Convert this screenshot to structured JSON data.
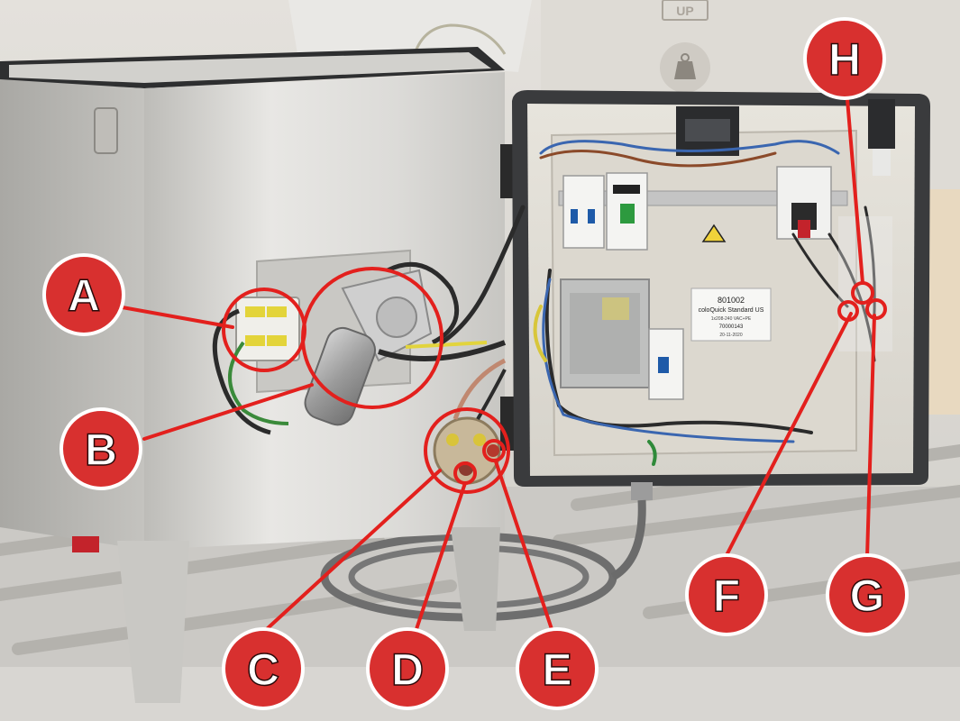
{
  "callouts": {
    "A": "A",
    "B": "B",
    "C": "C",
    "D": "D",
    "E": "E",
    "F": "F",
    "G": "G",
    "H": "H"
  },
  "panel_label": {
    "line1": "801002",
    "line2": "coloQuick Standard US",
    "line3": "1x208-240 VAC+PE",
    "line4": "70000143",
    "line5": "20-11-2020"
  },
  "box_stamp": "UP",
  "colors": {
    "callout_fill": "#d8302f",
    "callout_stroke": "#ffffff",
    "leader_line": "#e3201d"
  }
}
